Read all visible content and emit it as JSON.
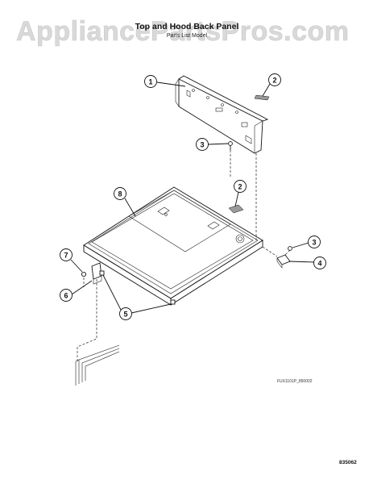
{
  "watermark": "AppliancePartsPros.com",
  "title": "Top and Hood Back Panel",
  "subtitle": "Parts List Model",
  "callouts": [
    "1",
    "2",
    "3",
    "2",
    "8",
    "3",
    "4",
    "7",
    "6",
    "5"
  ],
  "diagram_code": "FUX1101P_850002",
  "page_code": "835062"
}
